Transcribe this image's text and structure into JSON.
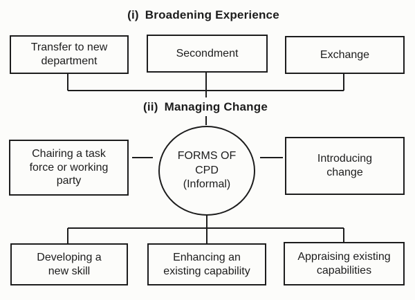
{
  "headings": {
    "broadening": {
      "numeral": "(i)",
      "label": "Broadening Experience"
    },
    "managing": {
      "numeral": "(ii)",
      "label": "Managing Change"
    }
  },
  "top_row": {
    "transfer": [
      "Transfer to new",
      "department"
    ],
    "secondment": [
      "Secondment"
    ],
    "exchange": [
      "Exchange"
    ]
  },
  "middle_row": {
    "chairing": [
      "Chairing a task",
      "force or working",
      "party"
    ],
    "center_circle": [
      "FORMS OF",
      "CPD",
      "(Informal)"
    ],
    "introducing": [
      "Introducing",
      "change"
    ]
  },
  "bottom_row": {
    "developing": [
      "Developing a",
      "new skill"
    ],
    "enhancing": [
      "Enhancing an",
      "existing capability"
    ],
    "appraising": [
      "Appraising existing",
      "capabilities"
    ]
  },
  "colors": {
    "ink": "#1c1c1c",
    "background": "#fcfcfa"
  }
}
